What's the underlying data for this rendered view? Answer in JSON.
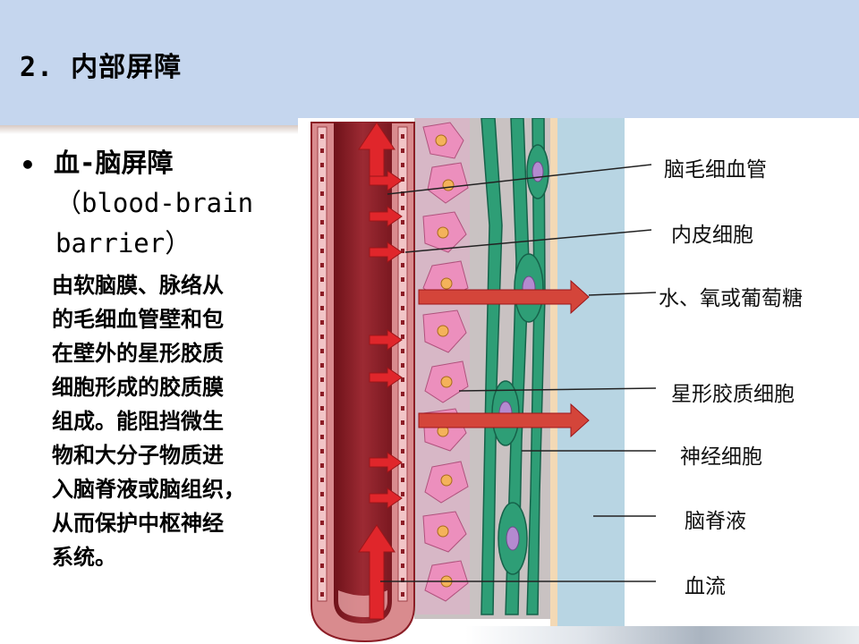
{
  "slide": {
    "title": "2. 内部屏障"
  },
  "bullet": {
    "marker": "•",
    "title": "血-脑屏障",
    "subtitle_line1": "（blood-brain",
    "subtitle_line2": "barrier）",
    "body_lines": [
      "由软脑膜、脉络从",
      "的毛细血管壁和包",
      "在壁外的星形胶质",
      "细胞形成的胶质膜",
      "组成。能阻挡微生",
      "物和大分子物质进",
      "入脑脊液或脑组织，",
      "从而保护中枢神经",
      "系统。"
    ]
  },
  "diagram": {
    "labels": {
      "capillary": "脑毛细血管",
      "endothelium": "内皮细胞",
      "water_oxygen_glucose": "水、氧或葡萄糖",
      "astrocyte": "星形胶质细胞",
      "neuron": "神经细胞",
      "csf": "脑脊液",
      "blood_flow": "血流"
    },
    "colors": {
      "vessel_lumen": "#8c1d26",
      "vessel_wall": "#d98b8e",
      "endothelium": "#e8a4a6",
      "astrocyte_zone": "#e9a2c2",
      "neuron_zone": "#2e9e76",
      "csf": "#b8d5e3",
      "arrow": "#e0262b",
      "header": "#c5d6ee"
    }
  }
}
